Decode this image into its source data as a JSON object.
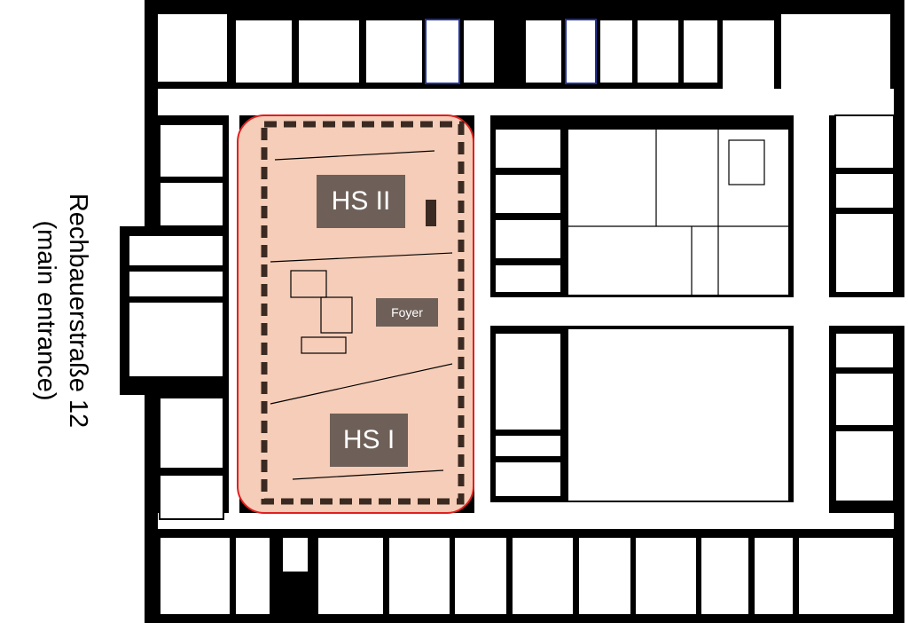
{
  "street_label": {
    "line1": "Rechbauerstraße 12",
    "line2": "(main entrance)"
  },
  "rooms": {
    "hs2": "HS II",
    "foyer": "Foyer",
    "hs1": "HS I"
  },
  "colors": {
    "highlight_fill": "#f6cdb8",
    "highlight_border": "#e02020",
    "label_box": "#6e6058",
    "walls": "#000000"
  }
}
